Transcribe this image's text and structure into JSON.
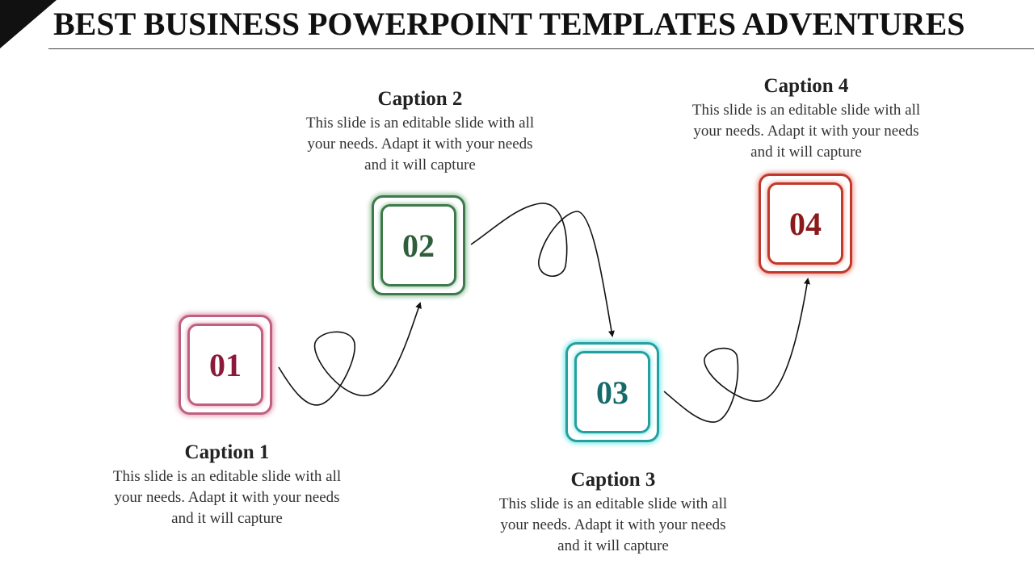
{
  "header": {
    "title": "BEST BUSINESS POWERPOINT TEMPLATES ADVENTURES"
  },
  "steps": [
    {
      "number": "01",
      "caption": "Caption 1",
      "text": "This slide is an editable slide with all your needs. Adapt it with your needs and it will capture",
      "color": "#8b1a3a",
      "border": "#c0607f",
      "glow": "#e6a8bd"
    },
    {
      "number": "02",
      "caption": "Caption 2",
      "text": "This slide is an editable slide with all your needs. Adapt it with your needs and it will capture",
      "color": "#2e5e3a",
      "border": "#3f7a4c",
      "glow": "#9cc5a3"
    },
    {
      "number": "03",
      "caption": "Caption 3",
      "text": "This slide is an editable slide with all your needs. Adapt it with your needs and it will capture",
      "color": "#166a6a",
      "border": "#25a0a0",
      "glow": "#7fe8e8"
    },
    {
      "number": "04",
      "caption": "Caption 4",
      "text": "This slide is an editable slide with all your needs. Adapt it with your needs and it will capture",
      "color": "#8b1a1a",
      "border": "#c0392b",
      "glow": "#f0a8a0"
    }
  ]
}
